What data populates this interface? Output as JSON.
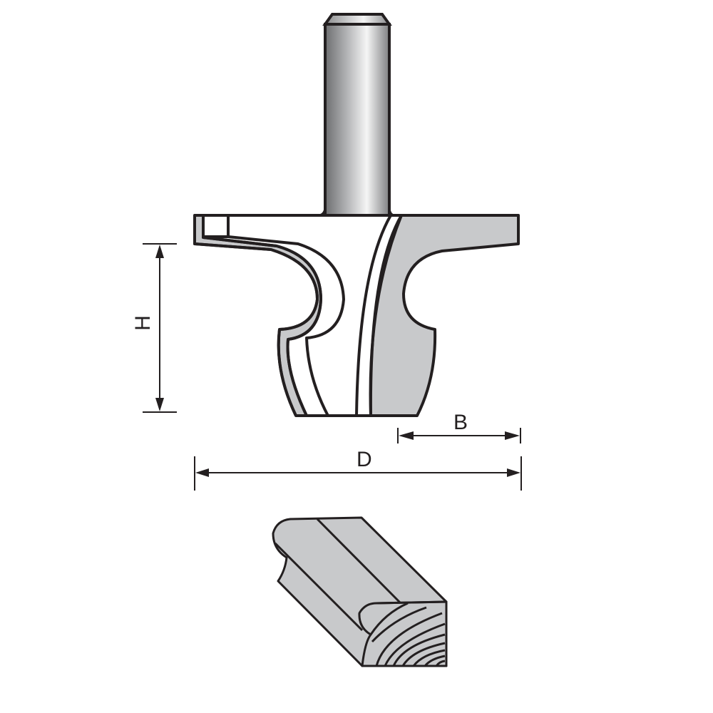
{
  "diagram": {
    "subject": "router bit with shank and profile cutter, plus resulting wood molding profile",
    "colors": {
      "outline": "#231f20",
      "body_fill": "#c8c9cb",
      "background": "#ffffff",
      "shank_gradient": [
        "#6d6e70",
        "#b0b1b3",
        "#f4f4f4",
        "#8a8b8d"
      ]
    },
    "dimensions": {
      "height_label": "H",
      "cutting_width_label": "B",
      "diameter_label": "D"
    },
    "parts": {
      "shank": "shank",
      "cutter": "cutter-body",
      "profile": "wood-profile"
    }
  }
}
